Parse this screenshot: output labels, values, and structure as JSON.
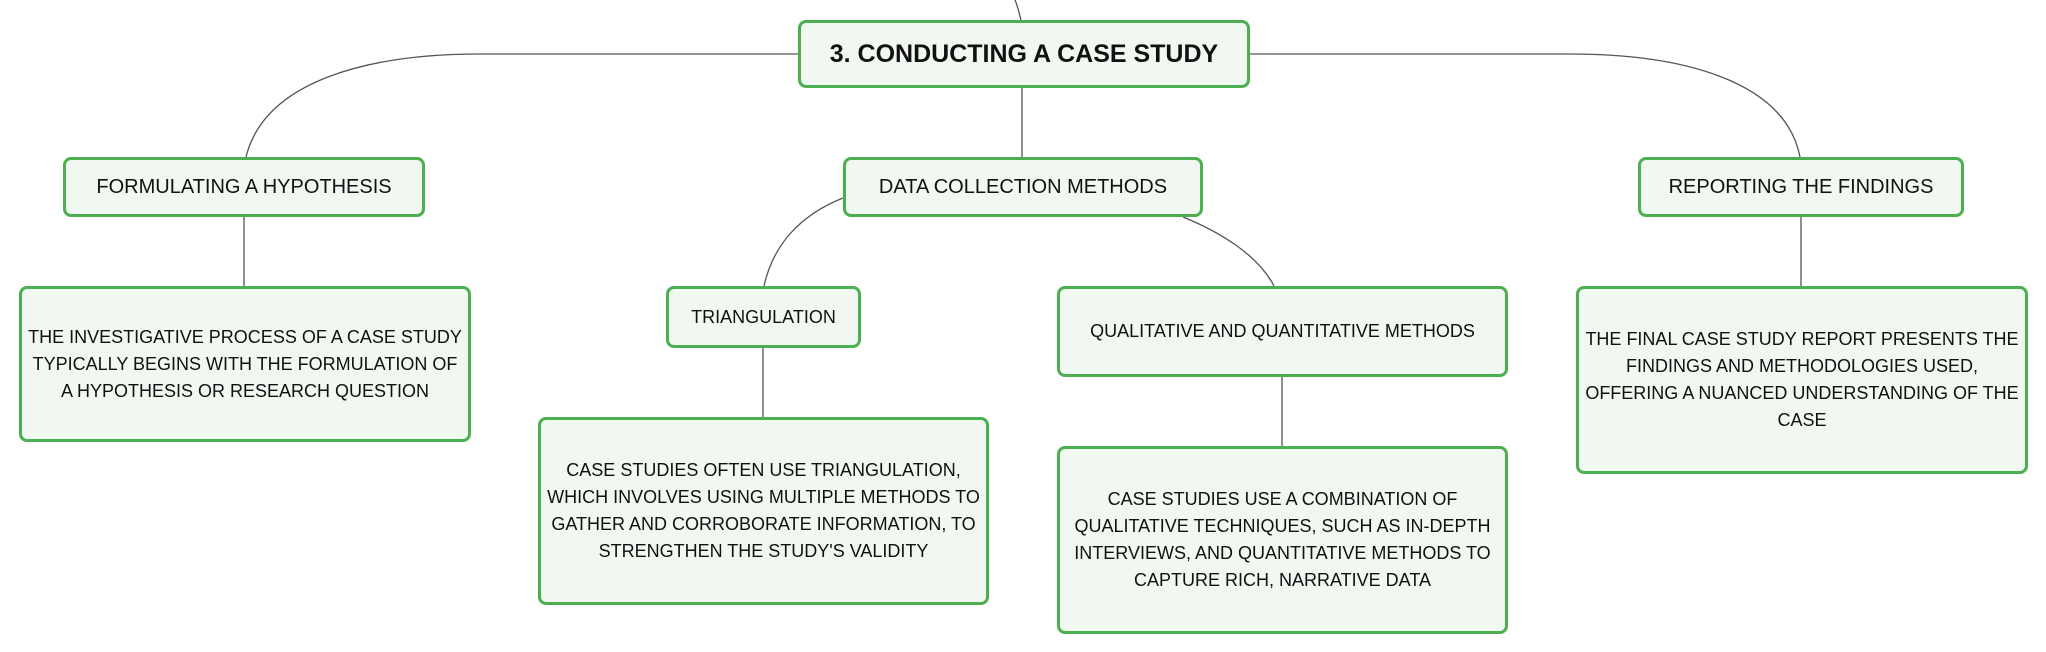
{
  "root": {
    "label": "3. CONDUCTING A CASE STUDY"
  },
  "branches": [
    {
      "label": "FORMULATING A HYPOTHESIS",
      "detail": "THE INVESTIGATIVE PROCESS OF A CASE STUDY TYPICALLY BEGINS WITH THE FORMULATION OF A HYPOTHESIS OR RESEARCH QUESTION"
    },
    {
      "label": "DATA COLLECTION METHODS",
      "children": [
        {
          "label": "TRIANGULATION",
          "detail": "CASE STUDIES OFTEN USE TRIANGULATION, WHICH INVOLVES USING MULTIPLE METHODS TO GATHER AND CORROBORATE INFORMATION, TO STRENGTHEN THE STUDY'S VALIDITY"
        },
        {
          "label": "QUALITATIVE AND QUANTITATIVE METHODS",
          "detail": "CASE STUDIES USE A COMBINATION OF QUALITATIVE TECHNIQUES, SUCH AS IN-DEPTH INTERVIEWS, AND QUANTITATIVE METHODS TO CAPTURE RICH, NARRATIVE DATA"
        }
      ]
    },
    {
      "label": "REPORTING THE FINDINGS",
      "detail": "THE FINAL CASE STUDY REPORT PRESENTS THE FINDINGS AND METHODOLOGIES USED, OFFERING A NUANCED UNDERSTANDING OF THE CASE"
    }
  ],
  "colors": {
    "node_border": "#4caf50",
    "node_fill": "#f1f8f2",
    "connector": "#555555",
    "text": "#111111"
  }
}
